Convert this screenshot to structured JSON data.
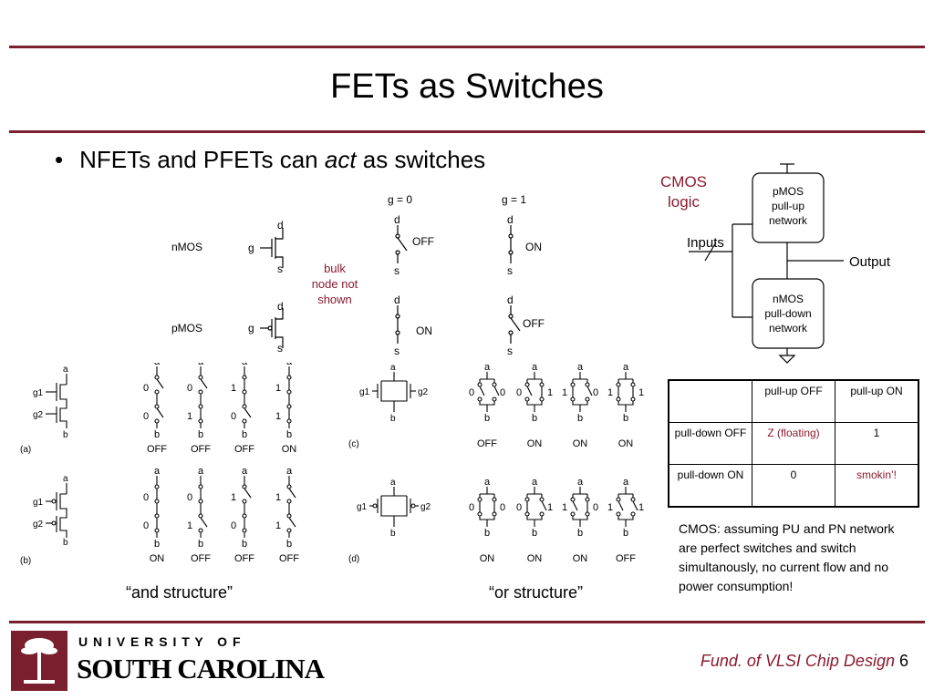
{
  "slide": {
    "title": "FETs as Switches",
    "bullet": {
      "before": "NFETs and PFETs can ",
      "emph": "act",
      "after": " as switches"
    }
  },
  "devices": {
    "nmos_label": "nMOS",
    "pmos_label": "pMOS",
    "g": "g",
    "d": "d",
    "s": "s",
    "g0": "g = 0",
    "g1": "g = 1",
    "off": "OFF",
    "on": "ON",
    "bulk_note": [
      "bulk",
      "node not",
      "shown"
    ]
  },
  "cmos": {
    "label": [
      "CMOS",
      "logic"
    ],
    "pullup": [
      "pMOS",
      "pull-up",
      "network"
    ],
    "pulldown": [
      "nMOS",
      "pull-down",
      "network"
    ],
    "inputs": "Inputs",
    "output": "Output"
  },
  "series": {
    "a": "a",
    "b": "b",
    "g1": "g1",
    "g2": "g2",
    "panel_a": "(a)",
    "panel_b": "(b)",
    "cols": [
      {
        "top": "0",
        "bot": "0",
        "nmos": "OFF",
        "pmos": "ON"
      },
      {
        "top": "0",
        "bot": "1",
        "nmos": "OFF",
        "pmos": "OFF"
      },
      {
        "top": "1",
        "bot": "0",
        "nmos": "OFF",
        "pmos": "OFF"
      },
      {
        "top": "1",
        "bot": "1",
        "nmos": "ON",
        "pmos": "OFF"
      }
    ],
    "caption": "“and structure”"
  },
  "parallel": {
    "panel_c": "(c)",
    "panel_d": "(d)",
    "cols": [
      {
        "l": "0",
        "r": "0",
        "nmos": "OFF",
        "pmos": "ON"
      },
      {
        "l": "0",
        "r": "1",
        "nmos": "ON",
        "pmos": "ON"
      },
      {
        "l": "1",
        "r": "0",
        "nmos": "ON",
        "pmos": "ON"
      },
      {
        "l": "1",
        "r": "1",
        "nmos": "ON",
        "pmos": "OFF"
      }
    ],
    "caption": "“or structure”"
  },
  "truth_table": {
    "col_headers": [
      "pull-up OFF",
      "pull-up ON"
    ],
    "rows": [
      {
        "header": "pull-down OFF",
        "cells": [
          "Z (floating)",
          "1"
        ]
      },
      {
        "header": "pull-down ON",
        "cells": [
          "0",
          "smokin’!"
        ]
      }
    ]
  },
  "note": "CMOS:  assuming PU and PN network are perfect switches and switch simultanously, no current flow and no power consumption!",
  "footer": {
    "univ_top": "U N I V E R S I T Y   O F",
    "univ_name": "SOUTH CAROLINA",
    "course": "Fund. of VLSI Chip Design",
    "page": "6"
  },
  "colors": {
    "accent": "#7a1f2e",
    "maroon_text": "#8b1a2e"
  }
}
